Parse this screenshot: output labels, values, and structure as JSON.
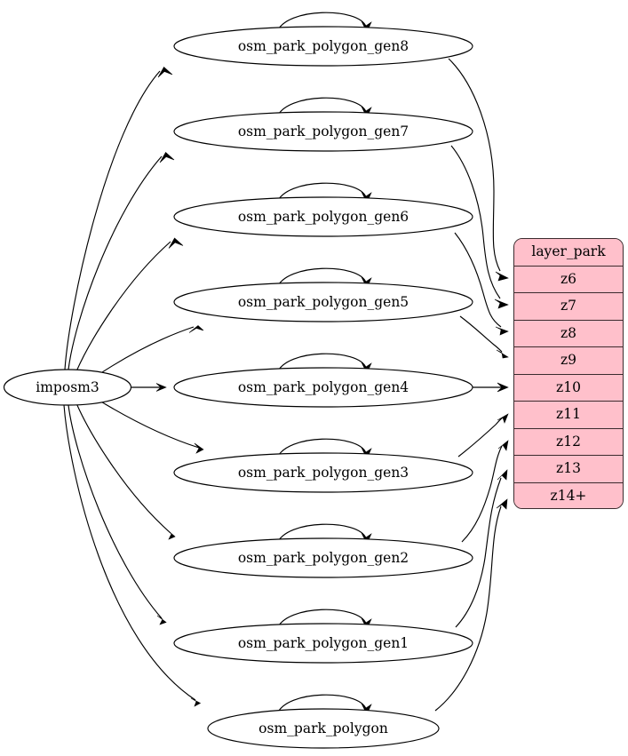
{
  "diagram": {
    "type": "directed-graph",
    "title": "",
    "source_node": {
      "id": "imposm3",
      "label": "imposm3",
      "shape": "ellipse"
    },
    "table_node": {
      "id": "layer_park",
      "shape": "record",
      "fill_color": "#ffc0cb",
      "border_color": "#3b2b2e",
      "header": "layer_park",
      "rows": [
        {
          "label": "z6"
        },
        {
          "label": "z7"
        },
        {
          "label": "z8"
        },
        {
          "label": "z9"
        },
        {
          "label": "z10"
        },
        {
          "label": "z11"
        },
        {
          "label": "z12"
        },
        {
          "label": "z13"
        },
        {
          "label": "z14+"
        }
      ]
    },
    "table_nodes": [
      {
        "id": "osm_park_polygon_gen8",
        "label": "osm_park_polygon_gen8",
        "shape": "ellipse",
        "self_loop": true,
        "target_row": "z6"
      },
      {
        "id": "osm_park_polygon_gen7",
        "label": "osm_park_polygon_gen7",
        "shape": "ellipse",
        "self_loop": true,
        "target_row": "z7"
      },
      {
        "id": "osm_park_polygon_gen6",
        "label": "osm_park_polygon_gen6",
        "shape": "ellipse",
        "self_loop": true,
        "target_row": "z8"
      },
      {
        "id": "osm_park_polygon_gen5",
        "label": "osm_park_polygon_gen5",
        "shape": "ellipse",
        "self_loop": true,
        "target_row": "z9"
      },
      {
        "id": "osm_park_polygon_gen4",
        "label": "osm_park_polygon_gen4",
        "shape": "ellipse",
        "self_loop": true,
        "target_row": "z10"
      },
      {
        "id": "osm_park_polygon_gen3",
        "label": "osm_park_polygon_gen3",
        "shape": "ellipse",
        "self_loop": true,
        "target_row": "z11"
      },
      {
        "id": "osm_park_polygon_gen2",
        "label": "osm_park_polygon_gen2",
        "shape": "ellipse",
        "self_loop": true,
        "target_row": "z12"
      },
      {
        "id": "osm_park_polygon_gen1",
        "label": "osm_park_polygon_gen1",
        "shape": "ellipse",
        "self_loop": true,
        "target_row": "z13"
      },
      {
        "id": "osm_park_polygon",
        "label": "osm_park_polygon",
        "shape": "ellipse",
        "self_loop": true,
        "target_row": "z14+"
      }
    ],
    "edges_from_source": [
      "osm_park_polygon_gen8",
      "osm_park_polygon_gen7",
      "osm_park_polygon_gen6",
      "osm_park_polygon_gen5",
      "osm_park_polygon_gen4",
      "osm_park_polygon_gen3",
      "osm_park_polygon_gen2",
      "osm_park_polygon_gen1",
      "osm_park_polygon"
    ],
    "colors": {
      "background": "#ffffff",
      "edge": "#000000",
      "node_fill": "#ffffff",
      "node_stroke": "#000000",
      "record_fill": "#ffc0cb",
      "record_stroke": "#3b2b2e",
      "text": "#000000"
    }
  }
}
